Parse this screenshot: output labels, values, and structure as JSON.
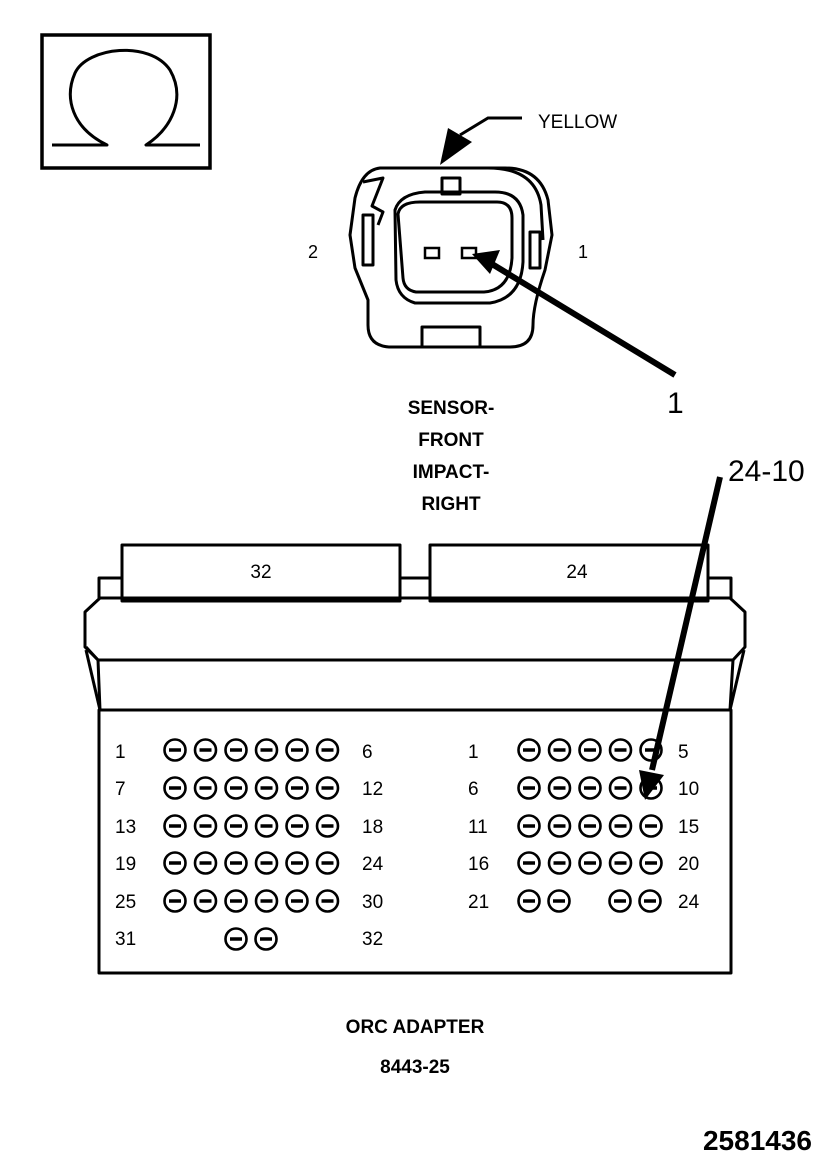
{
  "symbol": {
    "icon": "ohm-icon"
  },
  "sensor": {
    "wire_color": "YELLOW",
    "pin_left": "2",
    "pin_right": "1",
    "callout": "1",
    "name": [
      "SENSOR-",
      "FRONT",
      "IMPACT-",
      "RIGHT"
    ]
  },
  "adapter": {
    "connector_a": "32",
    "connector_b": "24",
    "callout": "24-10",
    "name": "ORC ADAPTER",
    "part_number": "8443-25",
    "block_a": {
      "rows": [
        {
          "left": "1",
          "right": "6",
          "pins": 6
        },
        {
          "left": "7",
          "right": "12",
          "pins": 6
        },
        {
          "left": "13",
          "right": "18",
          "pins": 6
        },
        {
          "left": "19",
          "right": "24",
          "pins": 6
        },
        {
          "left": "25",
          "right": "30",
          "pins": 6
        },
        {
          "left": "31",
          "right": "32",
          "pins": 2
        }
      ]
    },
    "block_b": {
      "rows": [
        {
          "left": "1",
          "right": "5",
          "pins": 5
        },
        {
          "left": "6",
          "right": "10",
          "pins": 5
        },
        {
          "left": "11",
          "right": "15",
          "pins": 5
        },
        {
          "left": "16",
          "right": "20",
          "pins": 5
        },
        {
          "left": "21",
          "right": "24",
          "pins": 4
        }
      ]
    }
  },
  "figure_number": "2581436"
}
